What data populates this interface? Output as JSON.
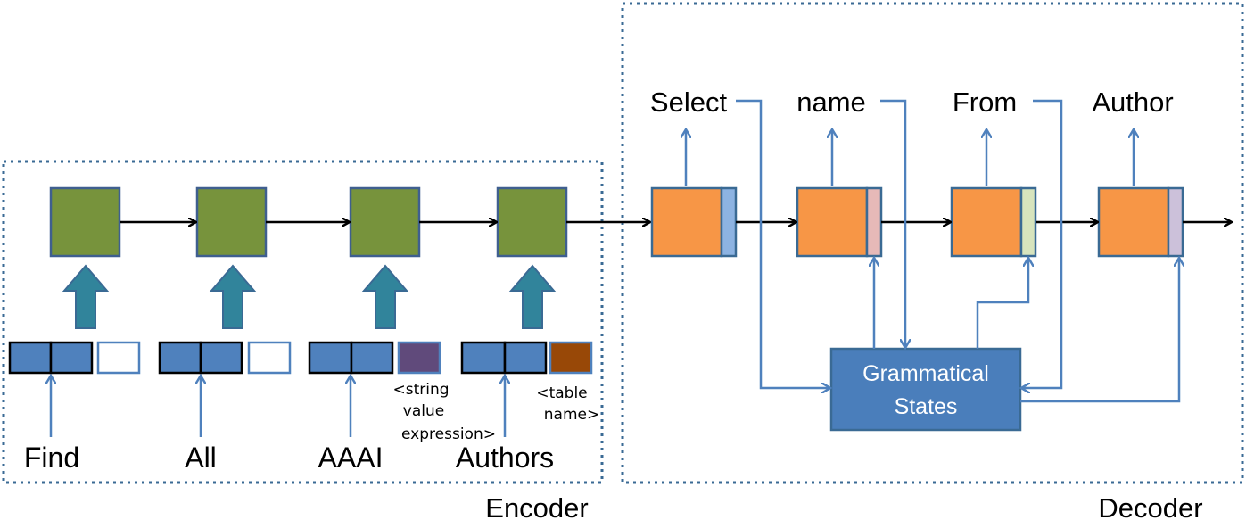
{
  "encoder": {
    "label": "Encoder",
    "words": [
      "Find",
      "All",
      "AAAI",
      "Authors"
    ],
    "tags": {
      "string_value": [
        "<string",
        "value",
        "expression>"
      ],
      "table_name": [
        "<table",
        "name>"
      ]
    }
  },
  "decoder": {
    "label": "Decoder",
    "outputs": [
      "Select",
      "name",
      "From",
      "Author"
    ],
    "grammar_box": [
      "Grammatical",
      "States"
    ]
  },
  "colors": {
    "encoder_cell": "#77933c",
    "decoder_cell": "#f79646",
    "embedding": "#4f81bd",
    "arrow_blue": "#4f81bd",
    "up_arrow": "#31849b",
    "grammar_box": "#4a7ebb",
    "string_tag": "#604a7b",
    "table_tag": "#984807",
    "decoder_strips": [
      "#8db3e2",
      "#e6b9b8",
      "#d7e4bd",
      "#ccc1da"
    ]
  }
}
